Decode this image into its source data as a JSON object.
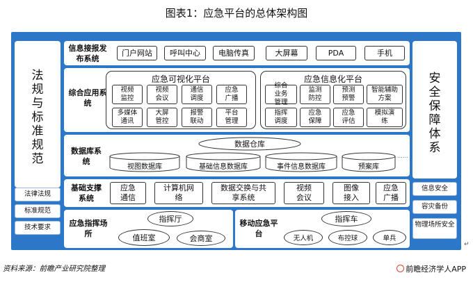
{
  "title": "图表1：应急平台的总体架构图",
  "left_panel": {
    "label": "法规与标准规范",
    "items": [
      "法律法规",
      "标准规范",
      "技术要求"
    ]
  },
  "right_panel": {
    "label": "安全保障体系",
    "items": [
      "信息安全",
      "容灾备份",
      "物理场所安全"
    ]
  },
  "info_publish": {
    "label": "信息接报发布系统",
    "items": [
      "门户网站",
      "呼叫中心",
      "电脑传真",
      "大屏幕",
      "PDA",
      "手机"
    ]
  },
  "integrated_app": {
    "label": "综合应用系统",
    "visual_platform": {
      "title": "应急可视化平台",
      "items": [
        "视频监控",
        "视频会议",
        "通信调度",
        "应急广播",
        "多媒体通讯",
        "大屏管控",
        "报警联动",
        "平台管理"
      ]
    },
    "info_platform": {
      "title": "应急信息化平台",
      "items": [
        "综合业务管理",
        "监测防控",
        "预测预警",
        "智能辅助方案",
        "指挥调度",
        "应急保障",
        "应急评估",
        "模拟演练"
      ]
    }
  },
  "database": {
    "label": "数据库系统",
    "warehouse": "数据仓库",
    "dbs": [
      "视图数据库",
      "基础信息数据库",
      "事件信息数据库",
      "预案库"
    ],
    "ellipsis": "……"
  },
  "basic_support": {
    "label": "基础支撑系统",
    "items": [
      "应急通信",
      "计算机网络",
      "数据交换与共享系统",
      "视频会议",
      "图像接入",
      "应急广播"
    ]
  },
  "command": {
    "label": "应急指挥场所",
    "items": [
      "指挥厅",
      "值班室",
      "会商室"
    ]
  },
  "mobile": {
    "label": "移动应急平台",
    "items": [
      "指挥车",
      "无人机",
      "布控球",
      "单兵"
    ]
  },
  "footer": {
    "source": "资料来源：前瞻产业研究院整理",
    "brand": "前瞻经济学人APP",
    "mark": "↵"
  }
}
